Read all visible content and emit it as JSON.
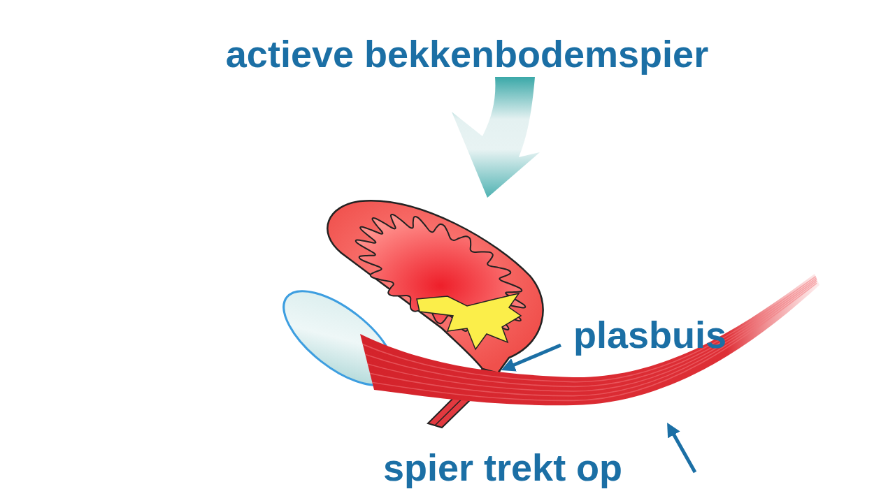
{
  "diagram": {
    "title": "actieve bekkenbodemspier",
    "labels": [
      "plasbuis",
      "spier trekt op"
    ]
  }
}
